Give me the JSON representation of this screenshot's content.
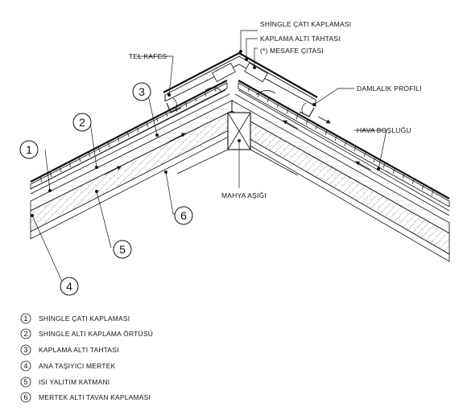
{
  "labels": {
    "shingle_covering": "SHİNGLE ÇATI KAPLAMASI",
    "sheathing_board": "KAPLAMA ALTI TAHTASI",
    "spacer_batten": "(*) MESAFE ÇITASI",
    "wire_mesh": "TEL KAFES",
    "drip_profile": "DAMLALIK PROFİLİ",
    "air_gap": "HAVA BOŞLUĞU",
    "ridge_beam": "MAHYA AŞIĞI"
  },
  "callouts": [
    "1",
    "2",
    "3",
    "4",
    "5",
    "6"
  ],
  "legend": [
    {
      "num": "1",
      "text": "SHİNGLE ÇATI KAPLAMASI"
    },
    {
      "num": "2",
      "text": "SHİNGLE ALTI KAPLAMA ÖRTÜSÜ"
    },
    {
      "num": "3",
      "text": "KAPLAMA ALTI TAHTASI"
    },
    {
      "num": "4",
      "text": "ANA TAŞIYICI MERTEK"
    },
    {
      "num": "5",
      "text": "ISI YALITIM KATMANI"
    },
    {
      "num": "6",
      "text": "MERTEK ALTI TAVAN KAPLAMASI"
    }
  ]
}
